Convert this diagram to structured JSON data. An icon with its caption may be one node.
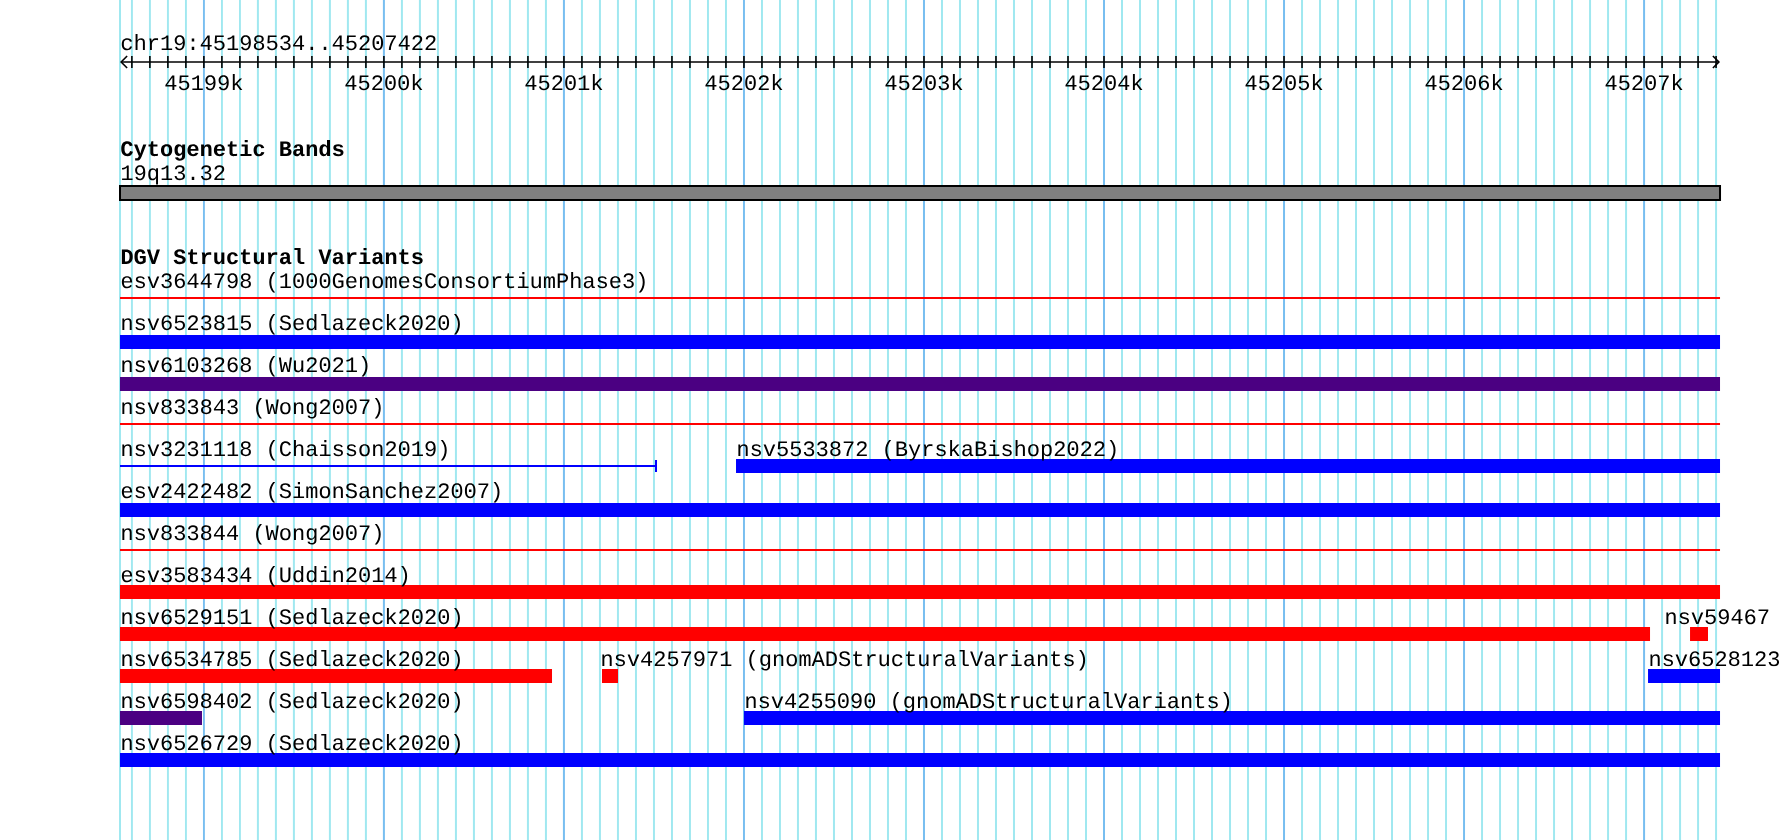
{
  "diagram": {
    "nodes": [
      {
        "text": [
          "19q13.32"
        ]
      },
      {
        "text": [
          "esv3644798 (1000GenomesConsortiumPhase3)"
        ]
      },
      {
        "text": [
          "nsv6523815 (Sedlazeck2020)"
        ]
      },
      {
        "text": [
          "nsv6103268 (Wu2021)"
        ]
      },
      {
        "text": [
          "nsv833843 (Wong2007)"
        ]
      },
      {
        "text": [
          "nsv3231118 (Chaisson2019)"
        ]
      },
      {
        "text": [
          "nsv5533872 (ByrskaBishop2022)"
        ]
      },
      {
        "text": [
          "esv2422482 (SimonSanchez2007)"
        ]
      },
      {
        "text": [
          "nsv833844 (Wong2007)"
        ]
      },
      {
        "text": [
          "esv3583434 (Uddin2014)"
        ]
      },
      {
        "text": [
          "nsv6529151 (Sedlazeck2020)"
        ]
      },
      {
        "text": [
          "nsv59467"
        ]
      },
      {
        "text": [
          "nsv6534785 (Sedlazeck2020)"
        ]
      },
      {
        "text": [
          "nsv4257971 (gnomADStructuralVariants)"
        ]
      },
      {
        "text": [
          "nsv6528123"
        ]
      },
      {
        "text": [
          "nsv6598402 (Sedlazeck2020)"
        ]
      },
      {
        "text": [
          "nsv4255090 (gnomADStructuralVariants)"
        ]
      },
      {
        "text": [
          "nsv6526729 (Sedlazeck2020)"
        ]
      }
    ],
    "labels": [
      "chr19:45198534..45207422",
      "45199k",
      "45200k",
      "45201k",
      "45202k",
      "45203k",
      "45204k",
      "45205k",
      "45206k",
      "45207k",
      "Cytogenetic Bands",
      "DGV Structural Variants"
    ]
  }
}
